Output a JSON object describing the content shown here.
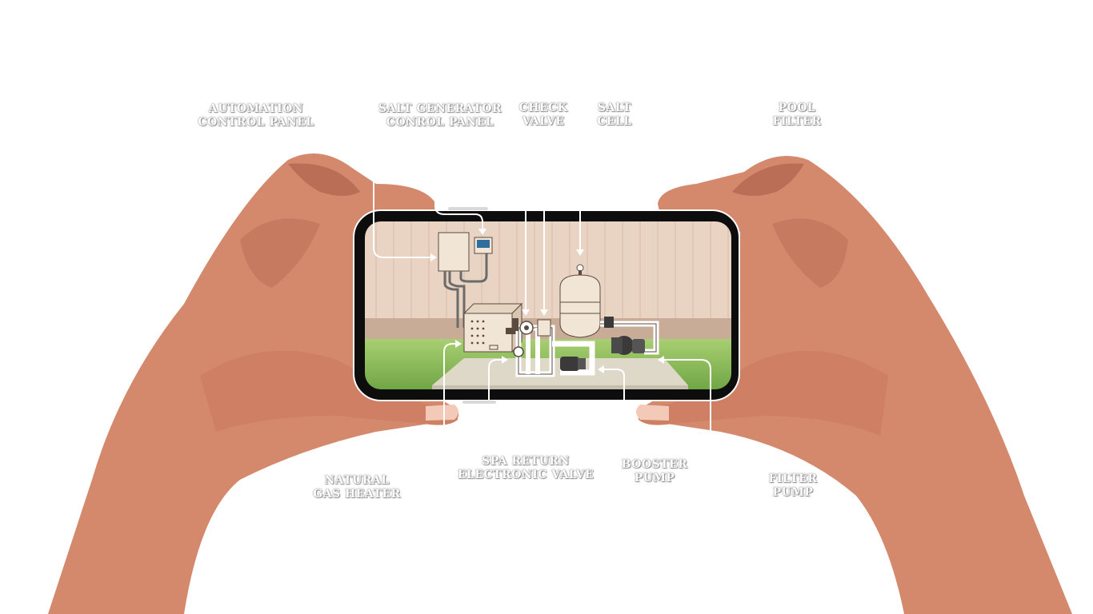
{
  "diagram": {
    "labels": {
      "automation_control_panel": [
        "AUTOMATION",
        "CONTROL PANEL"
      ],
      "salt_generator_control_panel": [
        "SALT GENERATOR",
        "CONROL PANEL"
      ],
      "check_valve": [
        "CHECK",
        "VALVE"
      ],
      "salt_cell": [
        "SALT",
        "CELL"
      ],
      "pool_filter": [
        "POOL",
        "FILTER"
      ],
      "natural_gas_heater": [
        "NATURAL",
        "GAS HEATER"
      ],
      "spa_return_electronic_valve": [
        "SPA RETURN",
        "ELECTRONIC VALVE"
      ],
      "booster_pump": [
        "BOOSTER",
        "PUMP"
      ],
      "filter_pump": [
        "FILTER",
        "PUMP"
      ]
    },
    "colors": {
      "skin": "#d4886c",
      "skin_shadow": "#b96e55",
      "skin_light": "#e0a088",
      "phone_frame": "#0d0d0d",
      "fence": "#e9d3c3",
      "fence_line": "#d8bba8",
      "grass": "#8fbf5a",
      "pad": "#ddd8c8",
      "equipment": "#f1e5d6",
      "pipe": "#ffffff",
      "pump": "#3a3a3a"
    }
  }
}
